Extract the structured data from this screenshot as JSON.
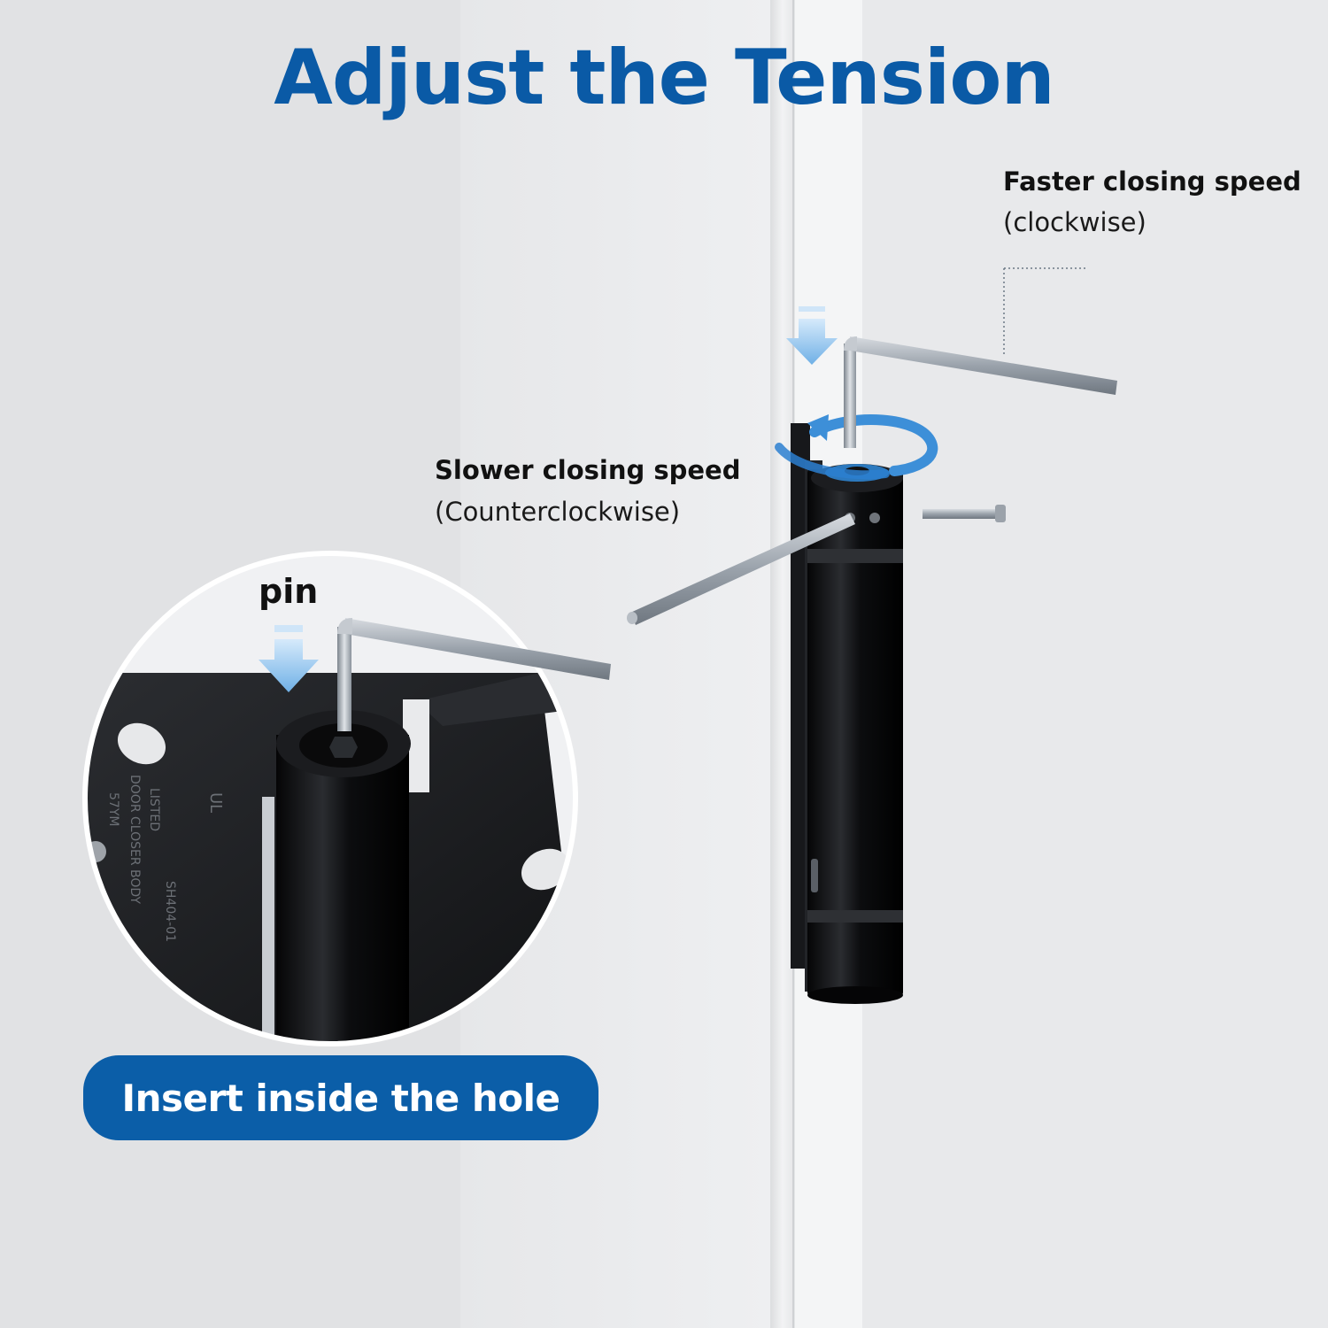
{
  "title": "Adjust the Tension",
  "faster": {
    "title": "Faster closing speed",
    "subtitle": "(clockwise)"
  },
  "slower": {
    "title": "Slower closing speed",
    "subtitle": "(Counterclockwise)"
  },
  "zoom": {
    "pin_label": "pin",
    "body_text_1": "LISTED",
    "body_text_2": "DOOR CLOSER BODY",
    "body_text_3": "SH404-01",
    "body_text_4": "57YM",
    "cert_mark": "UL"
  },
  "action": {
    "label": "Insert inside the hole"
  },
  "colors": {
    "brand_blue": "#0a5aa6",
    "badge_blue": "#0b5ea8",
    "arrow_blue": "#8fc3ec",
    "hinge_black": "#111214",
    "wrench_steel": "#a9b0b8"
  },
  "icons": {
    "press_arrow": "arrow-down-icon",
    "rotate_arrow": "rotate-arrow-icon"
  }
}
